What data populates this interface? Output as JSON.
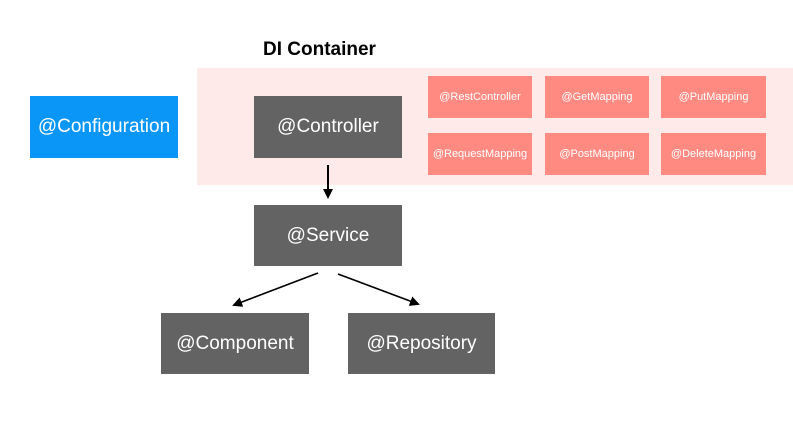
{
  "diagram": {
    "title": "DI Container",
    "configuration": "@Configuration",
    "controller": "@Controller",
    "service": "@Service",
    "component": "@Component",
    "repository": "@Repository",
    "mappings": [
      "@RestController",
      "@GetMapping",
      "@PutMapping",
      "@RequestMapping",
      "@PostMapping",
      "@DeleteMapping"
    ],
    "colors": {
      "container_bg": "#ffeaea",
      "dark_box": "#636363",
      "config_box": "#0a96f6",
      "mapping_box": "#ff8a82"
    }
  }
}
